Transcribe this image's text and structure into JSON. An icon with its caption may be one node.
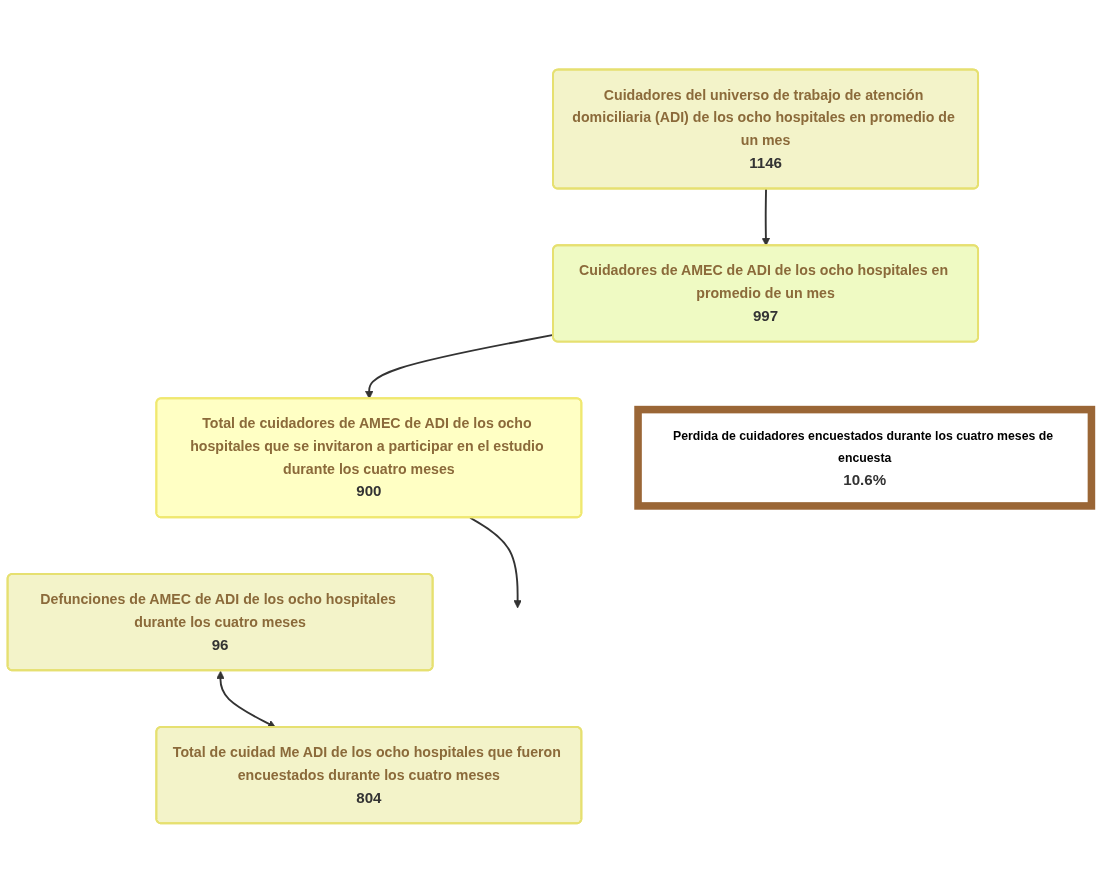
{
  "diagram": {
    "nodes": [
      {
        "text": [
          "Cuidadores del universo de trabajo de atención domiciliaria (ADI) de los ocho hospitales en promedio de un mes",
          "1146"
        ]
      },
      {
        "text": [
          "Cuidadores de AMEC de ADI de los ocho hospitales en promedio de un mes",
          "997"
        ]
      },
      {
        "text": [
          "Total de cuidadores de AMEC de ADI de los ocho hospitales que se invitaron a participar en el estudio durante los cuatro meses",
          "900"
        ]
      },
      {
        "text": [
          "Perdida de cuidadores encuestados durante los cuatro meses de encuesta",
          "10.6%"
        ]
      },
      {
        "text": [
          "Defunciones de AMEC de ADI de los ocho hospitales durante los cuatro meses",
          "96"
        ]
      },
      {
        "text": [
          "Total de cuidad Me ADI de los ocho hospitales que fueron encuestados durante los cuatro meses",
          "804"
        ]
      }
    ],
    "edges": [
      {
        "from": 0,
        "to": 1,
        "arrow": "to"
      },
      {
        "from": 1,
        "to": 2,
        "arrow": "to"
      },
      {
        "from": 2,
        "to": null,
        "arrow": "to"
      },
      {
        "from": 4,
        "to": 5,
        "arrow": "both"
      }
    ]
  }
}
